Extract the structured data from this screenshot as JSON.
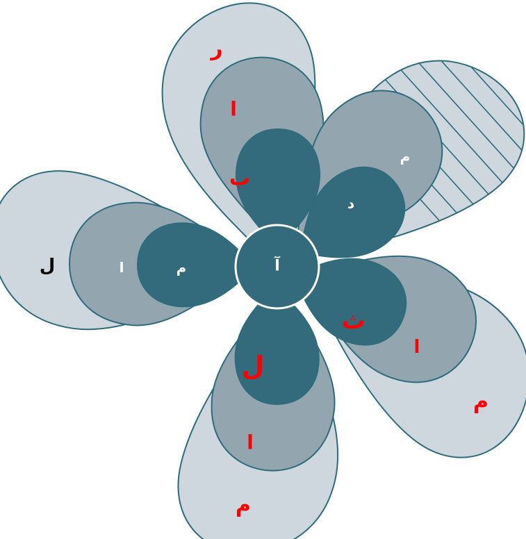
{
  "colors": {
    "outer_fill": "#ced6de",
    "middle_fill": "#93a5ae",
    "inner_fill": "#336b7c",
    "outline": "#2e6b7c",
    "label_red": "#ff0000",
    "label_white": "#ffffff",
    "label_black": "#000000"
  },
  "center": {
    "label": "آ",
    "color": "#ffffff"
  },
  "petals": {
    "top": {
      "inner": "ب",
      "middle": "ا",
      "outer": "ر",
      "inner_color": "#ff0000",
      "middle_color": "#ff0000",
      "outer_color": "#ff0000",
      "outer_hatched": false
    },
    "upper_right": {
      "inner": "د",
      "middle": "م",
      "outer": "",
      "inner_color": "#ffffff",
      "middle_color": "#ffffff",
      "outer_color": "#ffffff",
      "outer_hatched": true
    },
    "lower_right": {
      "inner": "ث",
      "middle": "ا",
      "outer": "م",
      "inner_color": "#ff0000",
      "middle_color": "#ff0000",
      "outer_color": "#ff0000",
      "outer_hatched": false
    },
    "bottom": {
      "inner": "ل",
      "middle": "ا",
      "outer": "م",
      "inner_color": "#ff0000",
      "middle_color": "#ff0000",
      "outer_color": "#ff0000",
      "outer_hatched": false
    },
    "left": {
      "inner": "م",
      "middle": "ا",
      "outer": "ل",
      "inner_color": "#ffffff",
      "middle_color": "#ffffff",
      "outer_color": "#000000",
      "outer_hatched": false
    }
  }
}
